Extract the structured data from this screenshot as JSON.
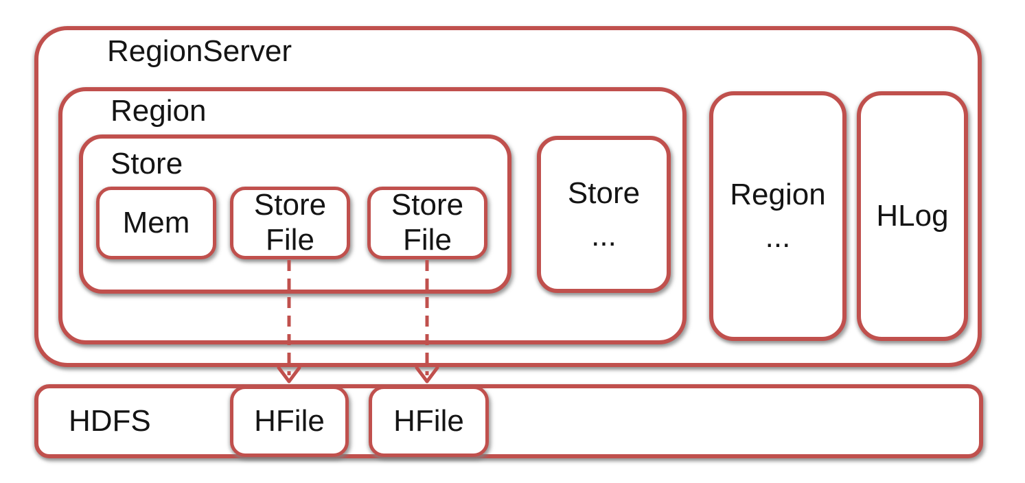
{
  "colors": {
    "box_border": "#c0504d",
    "box_fill": "#ffffff",
    "text": "#141414",
    "shadow": "#8c8c8c",
    "arrow": "#c0504d"
  },
  "region_server": {
    "label": "RegionServer",
    "region": {
      "label": "Region",
      "store": {
        "label": "Store",
        "mem": {
          "label": "Mem"
        },
        "store_files": [
          {
            "label": "Store\nFile"
          },
          {
            "label": "Store\nFile"
          }
        ]
      },
      "store_more": {
        "label": "Store\n..."
      }
    },
    "region_more": {
      "label": "Region\n..."
    },
    "hlog": {
      "label": "HLog"
    }
  },
  "hdfs": {
    "label": "HDFS",
    "hfiles": [
      {
        "label": "HFile"
      },
      {
        "label": "HFile"
      }
    ]
  }
}
